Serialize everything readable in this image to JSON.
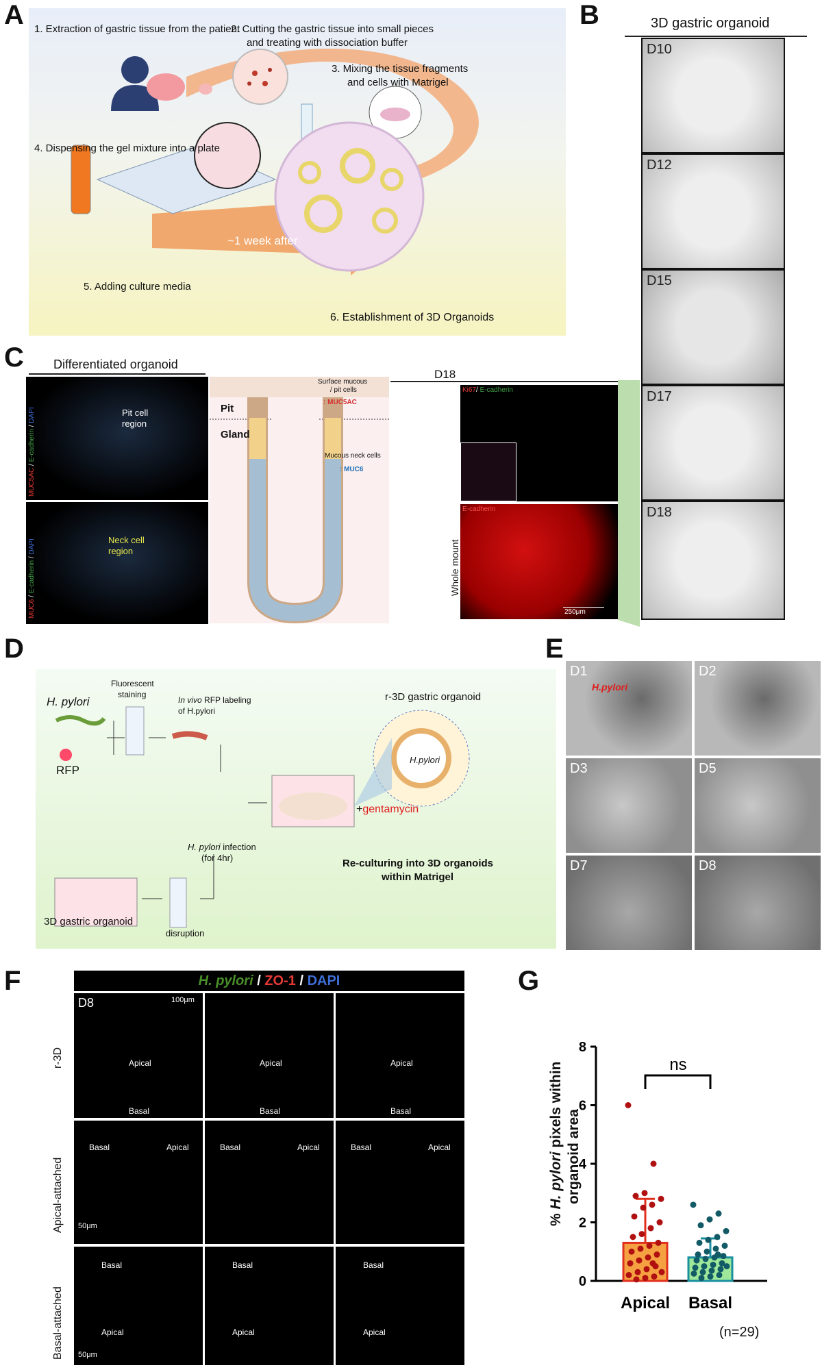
{
  "panels": {
    "a": "A",
    "b": "B",
    "c": "C",
    "d": "D",
    "e": "E",
    "f": "F",
    "g": "G"
  },
  "panel_a": {
    "step1": "1. Extraction of gastric tissue from the patient",
    "step2_l1": "2. Cutting the gastric tissue into small pieces",
    "step2_l2": "and treating with dissociation buffer",
    "step3_l1": "3. Mixing the tissue fragments",
    "step3_l2": "and cells with Matrigel",
    "step4": "4. Dispensing the gel mixture into a plate",
    "step5": "5. Adding culture media",
    "arrow_text": "~1 week after",
    "step6": "6. Establishment of 3D Organoids"
  },
  "panel_b": {
    "title": "3D gastric organoid",
    "days": [
      "D10",
      "D12",
      "D15",
      "D17",
      "D18"
    ]
  },
  "panel_c": {
    "title": "Differentiated organoid",
    "top_stain": [
      "MUC5AC",
      " / ",
      "E-cadherin",
      " / ",
      "DAPI"
    ],
    "bottom_stain": [
      "MUC6",
      " / ",
      "E-cadherin",
      " / ",
      "DAPI"
    ],
    "pit_region": "Pit cell\nregion",
    "neck_region": "Neck cell\nregion",
    "pit": "Pit",
    "gland": "Gland",
    "surface_l1": "Surface mucous",
    "surface_l2": "/ pit cells",
    "muc5ac": ": MUC5AC",
    "neck_cells": "Mucous neck cells",
    "muc6": ": MUC6",
    "d18": "D18",
    "ki67": "Ki67",
    "ki67_sep": "/ ",
    "ecad": "E-cadherin",
    "ecad2": "E-cadherin",
    "whole_mount": "Whole mount",
    "scale_250": "250μm"
  },
  "panel_d": {
    "hpylori": "H. pylori",
    "rfp": "RFP",
    "fluor_l1": "Fluorescent",
    "fluor_l2": "staining",
    "invivo_l1_a": "In vivo",
    "invivo_l1_b": " RFP labeling",
    "invivo_l2_a": "of ",
    "invivo_l2_b": "H.pylori",
    "r3d": "r-3D gastric organoid",
    "hpylori_in": "H.pylori",
    "gentamycin": "gentamycin",
    "plus": "+",
    "infection_a": "H. pylori",
    "infection_b": " infection",
    "infection_l2": "(for 4hr)",
    "reculture_l1": "Re-culturing into 3D organoids",
    "reculture_l2": "within Matrigel",
    "organoid3d": "3D gastric organoid",
    "disruption": "disruption"
  },
  "panel_e": {
    "days": [
      "D1",
      "D2",
      "D3",
      "D5",
      "D7",
      "D8"
    ],
    "hpylori": "H.pylori"
  },
  "panel_f": {
    "head_hp": "H. pylori",
    "head_sep1": " / ",
    "head_zo": "ZO-1",
    "head_sep2": " / ",
    "head_dapi": "DAPI",
    "d8": "D8",
    "scale_100": "100μm",
    "scale_50a": "50μm",
    "scale_50b": "50μm",
    "rows": [
      "r-3D",
      "Apical-attached",
      "Basal-attached"
    ],
    "apical": "Apical",
    "basal": "Basal"
  },
  "chart_data": {
    "type": "bar",
    "categories": [
      "Apical",
      "Basal"
    ],
    "values": [
      1.3,
      0.8
    ],
    "error": [
      1.5,
      0.65
    ],
    "points": {
      "Apical": [
        6.0,
        4.0,
        3.0,
        2.9,
        2.8,
        2.6,
        2.5,
        2.2,
        2.0,
        1.8,
        1.6,
        1.5,
        1.3,
        1.2,
        1.1,
        1.0,
        0.9,
        0.8,
        0.7,
        0.6,
        0.5,
        0.4,
        0.3,
        0.2,
        0.15,
        0.1,
        0.05,
        0.3,
        0.6
      ],
      "Basal": [
        2.6,
        2.3,
        2.1,
        1.9,
        1.7,
        1.5,
        1.4,
        1.3,
        1.2,
        1.1,
        1.0,
        0.9,
        0.85,
        0.8,
        0.75,
        0.7,
        0.6,
        0.55,
        0.5,
        0.45,
        0.4,
        0.35,
        0.3,
        0.25,
        0.2,
        0.15,
        0.1,
        0.5,
        0.9
      ]
    },
    "ylabel_a": "% ",
    "ylabel_b": "H. pylori",
    "ylabel_c": " pixels within",
    "ylabel_d": "organoid area",
    "ylim": [
      0,
      8
    ],
    "yticks": [
      "0",
      "2",
      "4",
      "6",
      "8"
    ],
    "significance": "ns",
    "n_label": "(n=29)",
    "colors": {
      "apical_fill": "#f5a142",
      "apical_edge": "#e0301e",
      "apical_dot": "#b01010",
      "basal_fill": "#9fe89a",
      "basal_edge": "#1a8fa0",
      "basal_dot": "#125a66"
    }
  }
}
